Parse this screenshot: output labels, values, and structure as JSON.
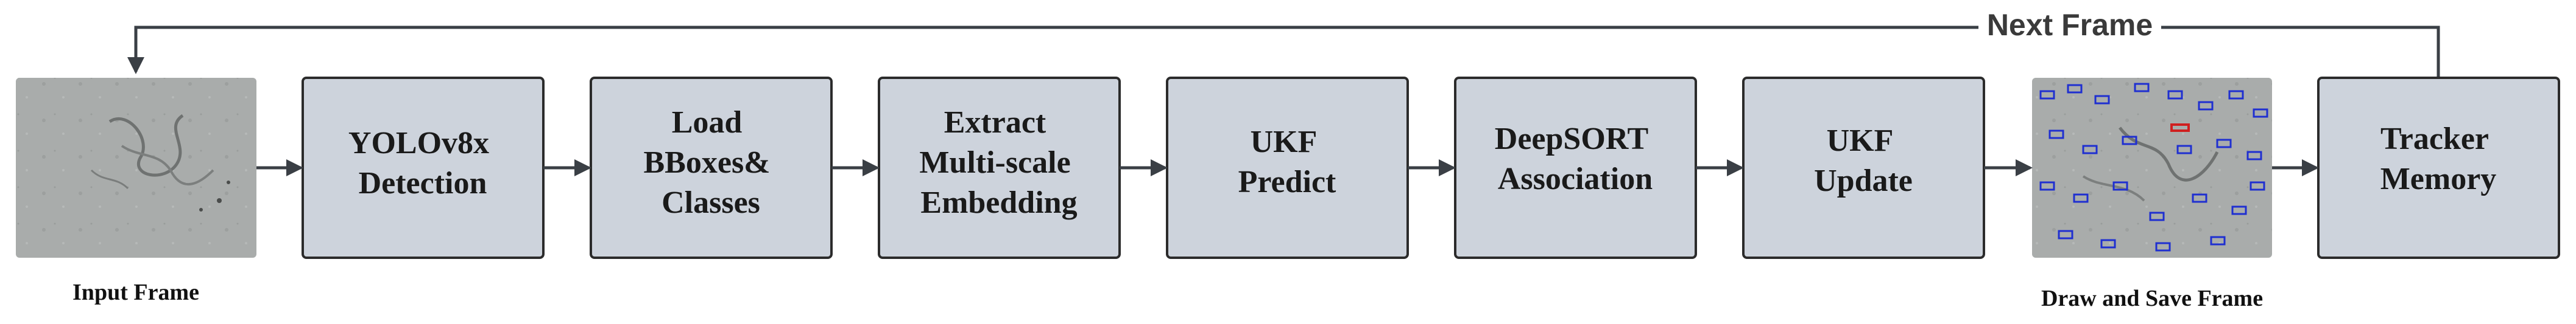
{
  "colors": {
    "box_fill": "#cdd3dc",
    "box_stroke": "#2b2b2b",
    "arrow": "#3a3f45",
    "frame_bg": "#a9acab",
    "bbox_blue": "#1f2fd0",
    "bbox_red": "#d01f1f"
  },
  "loop_label": "Next Frame",
  "input_caption": "Input Frame",
  "output_caption": "Draw and Save Frame",
  "steps": {
    "yolo": [
      "YOLOv8x",
      "Detection"
    ],
    "load": [
      "Load",
      "BBoxes&",
      "Classes"
    ],
    "extract": [
      "Extract",
      "Multi-scale",
      "Embedding"
    ],
    "ukf_predict": [
      "UKF",
      "Predict"
    ],
    "deepsort": [
      "DeepSORT",
      "Association"
    ],
    "ukf_update": [
      "UKF",
      "Update"
    ],
    "tracker": [
      "Tracker",
      "Memory"
    ]
  }
}
